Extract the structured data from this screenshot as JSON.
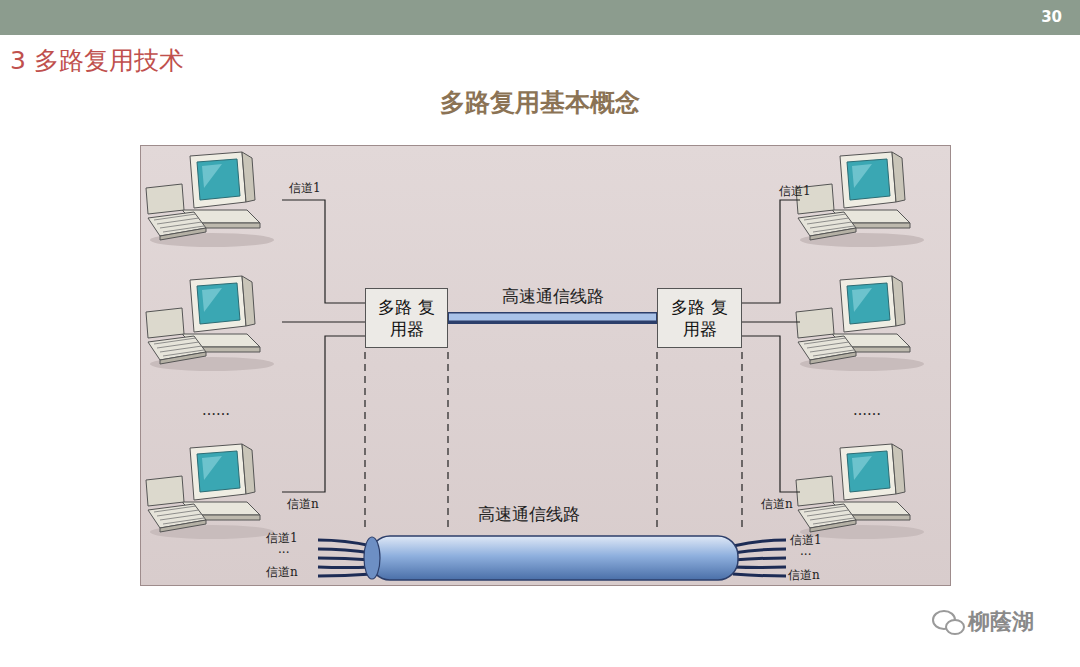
{
  "diagram": {
    "title": "多路复用基本概念",
    "nodes": [
      {
        "text": [
          "多路 复用器"
        ]
      },
      {
        "text": [
          "多路 复用器"
        ]
      }
    ],
    "edges": [
      {
        "from": 0,
        "to": 1,
        "arrow": "none",
        "label": "高速通信线路"
      }
    ],
    "labels": [
      "30",
      "3 多路复用技术",
      "信道1",
      "……",
      "信道n",
      "信道1",
      "……",
      "信道n",
      "高速通信线路",
      "信道1",
      "···",
      "信道n",
      "信道1",
      "···",
      "信道n",
      "柳蔭湖"
    ]
  }
}
